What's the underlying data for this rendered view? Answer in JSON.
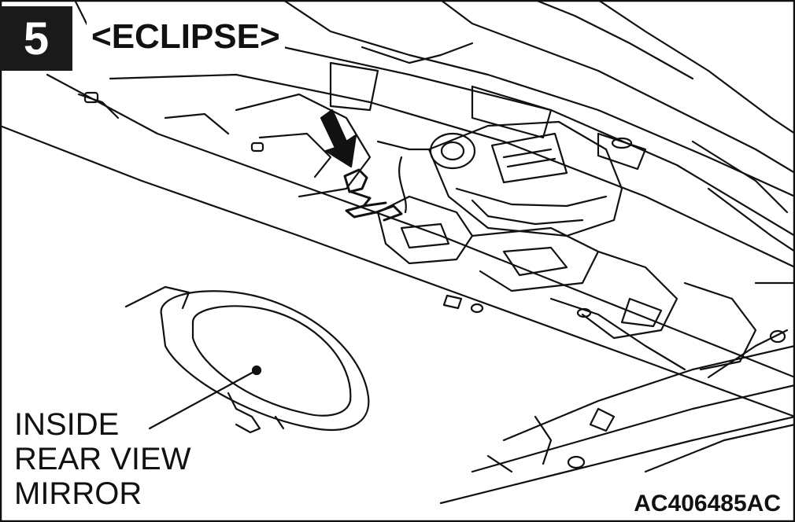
{
  "step": {
    "number": "5"
  },
  "model": {
    "label": "<ECLIPSE>"
  },
  "callout": {
    "lines": [
      "INSIDE",
      "REAR VIEW",
      "MIRROR"
    ]
  },
  "figure": {
    "code": "AC406485AC"
  },
  "icons": {
    "arrow": "down-arrow-icon",
    "connector": "connector-icon"
  }
}
